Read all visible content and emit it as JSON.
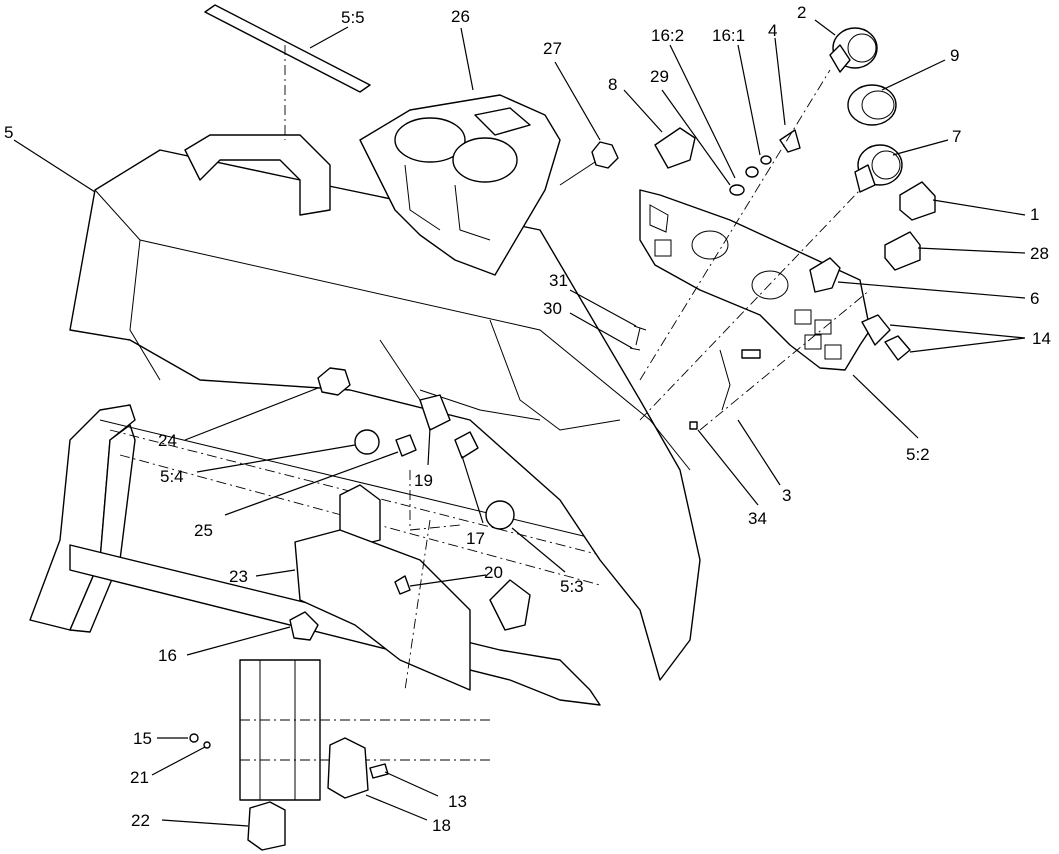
{
  "labels": {
    "l_5_5": "5:5",
    "l_26": "26",
    "l_27": "27",
    "l_16_2": "16:2",
    "l_16_1": "16:1",
    "l_4": "4",
    "l_2": "2",
    "l_9": "9",
    "l_8": "8",
    "l_29": "29",
    "l_7": "7",
    "l_5": "5",
    "l_1": "1",
    "l_28": "28",
    "l_6": "6",
    "l_14": "14",
    "l_31": "31",
    "l_30": "30",
    "l_5_2": "5:2",
    "l_24": "24",
    "l_3": "3",
    "l_34": "34",
    "l_5_4": "5:4",
    "l_19": "19",
    "l_25": "25",
    "l_17": "17",
    "l_5_3": "5:3",
    "l_23": "23",
    "l_20": "20",
    "l_16": "16",
    "l_15": "15",
    "l_21": "21",
    "l_13": "13",
    "l_18": "18",
    "l_22": "22"
  }
}
